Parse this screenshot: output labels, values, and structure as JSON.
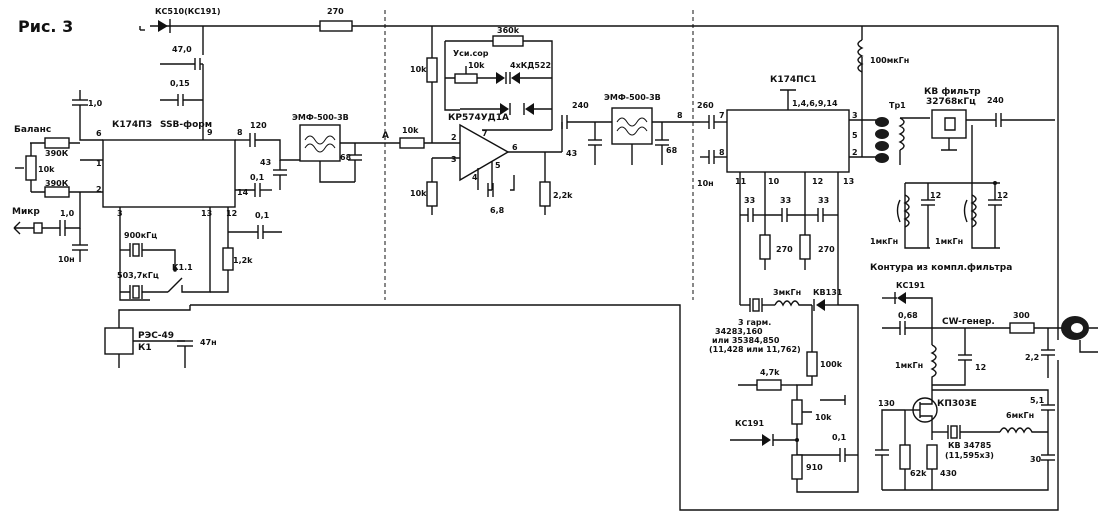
{
  "title": "Рис. 3",
  "labels": {
    "vd_top": "КС510(КС191)",
    "r270_top": "270",
    "c47": "47,0",
    "c015": "0,15",
    "c10_left": "1,0",
    "balance": "Баланс",
    "r390_a": "390К",
    "r390_b": "390К",
    "r10k_left": "10k",
    "mic": "Микр",
    "c10_mic": "1,0",
    "c10n": "10н",
    "u1": "К174ПЗ",
    "ssb": "SSB-форм",
    "pin6": "6",
    "pin2": "2",
    "pin9": "9",
    "pin8": "8",
    "pin14": "14",
    "pin3": "3",
    "pin13": "13",
    "pin12": "12",
    "pin1": "1",
    "c120": "120",
    "c43a": "43",
    "c68a": "68",
    "c01a": "0,1",
    "c01b": "0,1",
    "flt1": "ЭМФ-500-3В",
    "pointA": "А",
    "xtal900": "900кГц",
    "xtal503": "503,7кГц",
    "k11": "К1.1",
    "r12k": "1,2k",
    "relay": "РЭС-49",
    "k1": "К1",
    "c47n": "47н",
    "r10k_a": "10k",
    "r10k_b": "10k",
    "r10k_c": "10k",
    "r10k_d": "10k",
    "uscor": "Уси.сор",
    "r360": "360k",
    "diodes": "4хКД522",
    "u2": "КР574УД1А",
    "pin2b": "2",
    "pin3b": "3",
    "pin7b": "7",
    "pin6b": "6",
    "pin4b": "4",
    "pin5b": "5",
    "c68b": "6,8",
    "r22k": "2,2k",
    "c240": "240",
    "c43b": "43",
    "flt2": "ЭМФ-500-3В",
    "c68c": "68",
    "pin8c": "8",
    "c260": "260",
    "c10nb": "10н",
    "u3": "К174ПС1",
    "u3pins": "1,4,6,9,14",
    "p7": "7",
    "p8": "8",
    "p3": "3",
    "p5": "5",
    "p2": "2",
    "p11": "11",
    "p10": "10",
    "p12": "12",
    "p13": "13",
    "c33a": "33",
    "c33b": "33",
    "c33c": "33",
    "r270a": "270",
    "r270b": "270",
    "l3": "3мкГн",
    "kv131": "КВ131",
    "xtal_info1": "3 гарм.",
    "xtal_info2": "34283,160",
    "xtal_info3": "или 35384,850",
    "xtal_info4": "(11,428 или 11,762)",
    "r47k": "4,7k",
    "r100k": "100k",
    "r10k_e": "10k",
    "vd2": "КС191",
    "c01c": "0,1",
    "r910": "910",
    "l100": "100мкГн",
    "tr1": "Тр1",
    "kvflt": "КВ фильтр",
    "kvfreq": "32768кГц",
    "c240b": "240",
    "c12a": "12",
    "c12b": "12",
    "l1a": "1мкГн",
    "l1b": "1мкГн",
    "kontur": "Контура из компл.фильтра",
    "vd3": "КС191",
    "c068": "0,68",
    "cw": "CW-генер.",
    "r300": "300",
    "c22": "2,2",
    "c12c": "12",
    "l1c": "1мкГн",
    "q1": "КП303Е",
    "c130": "130",
    "c51": "5,1",
    "l6": "6мкГн",
    "xtalkv": "КВ 34785",
    "xtalkv2": "(11,595х3)",
    "r62k": "62k",
    "r430": "430",
    "c30": "30"
  }
}
